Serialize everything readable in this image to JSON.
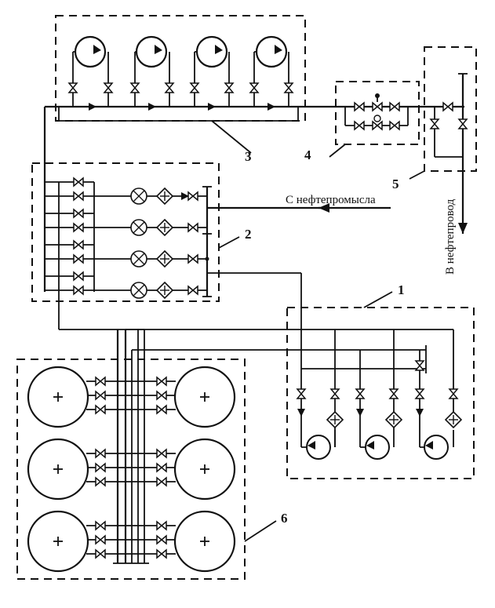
{
  "labels": {
    "n1": "1",
    "n2": "2",
    "n3": "3",
    "n4": "4",
    "n5": "5",
    "n6": "6",
    "from_field": "С нефтепромысла",
    "to_pipeline": "В нефтепровод"
  },
  "colors": {
    "ink": "#111111",
    "paper": "#ffffff"
  }
}
